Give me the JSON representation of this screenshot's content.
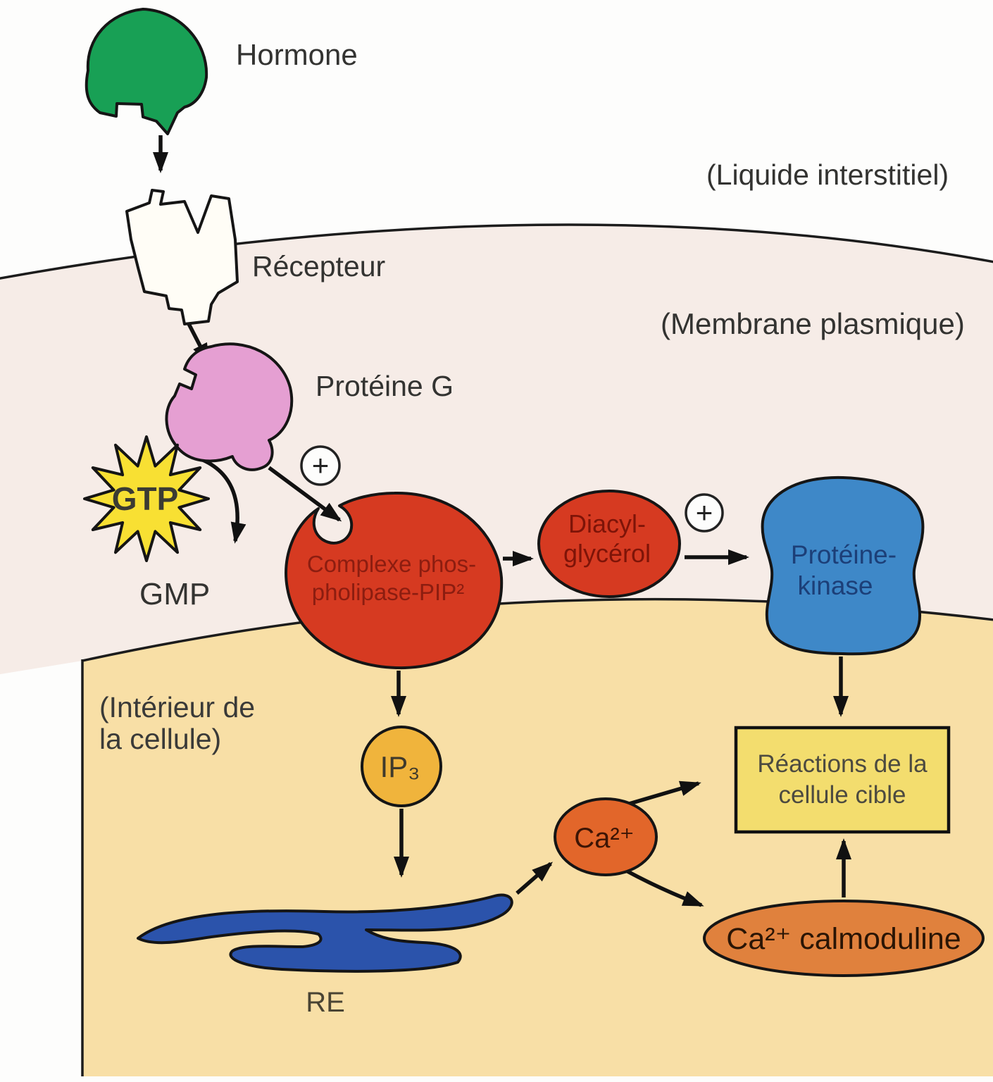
{
  "figure": {
    "title_implicit": "Voie de signalisation hormonale (second messagers IP3 / DAG)",
    "regions": {
      "interstitial_label": "(Liquide interstitiel)",
      "membrane_label": "(Membrane plasmique)",
      "interior_label_line1": "(Intérieur de",
      "interior_label_line2": "la cellule)",
      "interior_color": "#f8dfa6",
      "membrane_band_color": "#f6ece7",
      "outside_color": "#fdfdfc"
    },
    "nodes": {
      "hormone": {
        "label": "Hormone",
        "color": "#18a055"
      },
      "receptor": {
        "label": "Récepteur",
        "color": "#fffdf6"
      },
      "g_protein": {
        "label": "Protéine G",
        "color": "#e59fd2"
      },
      "gtp": {
        "label": "GTP",
        "color": "#f8e033"
      },
      "gmp": {
        "label": "GMP"
      },
      "phospholipase_complex": {
        "label_line1": "Complexe phos-",
        "label_line2": "pholipase-PIP²",
        "color": "#d63a21",
        "text_color": "#8c1d10"
      },
      "diacylglycerol": {
        "label_line1": "Diacyl-",
        "label_line2": "glycérol",
        "color": "#d63a21",
        "text_color": "#7e1408"
      },
      "protein_kinase": {
        "label_line1": "Protéine-",
        "label_line2": "kinase",
        "color": "#3e88c8",
        "text_color": "#1c3f78"
      },
      "ip3": {
        "label": "IP₃",
        "color": "#f0b43c"
      },
      "target_cell_reactions": {
        "label_line1": "Réactions de la",
        "label_line2": "cellule cible",
        "color": "#f3dd6e"
      },
      "calcium": {
        "label": "Ca²⁺",
        "color": "#e2662a"
      },
      "ca_calmodulin": {
        "label": "Ca²⁺  calmoduline",
        "color": "#e0813d"
      },
      "endoplasmic_reticulum": {
        "label": "RE",
        "color": "#2b53ab"
      }
    },
    "symbols": {
      "stimulation": "+"
    }
  }
}
